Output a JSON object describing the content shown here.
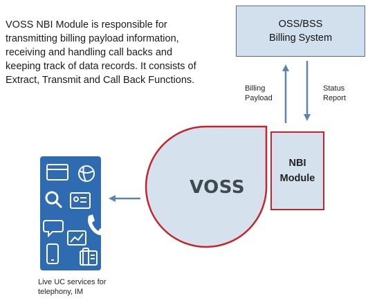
{
  "description": "VOSS NBI Module is responsible for transmitting billing payload information, receiving and handling call backs and keeping track of data records. It consists of Extract, Transmit and Call Back Functions.",
  "oss_box": {
    "line1": "OSS/BSS",
    "line2": "Billing System"
  },
  "flows": {
    "billing": {
      "line1": "Billing",
      "line2": "Payload"
    },
    "status": {
      "line1": "Status",
      "line2": "Report"
    }
  },
  "voss_label": "VOSS",
  "nbi_box": {
    "line1": "NBI",
    "line2": "Module"
  },
  "services_label": {
    "line1": "Live UC services for",
    "line2": "telephony, IM"
  },
  "colors": {
    "voss_fill": "#d5e1ec",
    "voss_outline": "#c8232c",
    "oss_fill": "#d2e0ee",
    "oss_outline": "#4a6f93",
    "arrow": "#5b84b1",
    "tile": "#2f6bb0",
    "tile_icon": "#ffffff"
  },
  "icons": [
    "window-icon",
    "globe-icon",
    "search-icon",
    "contact-card-icon",
    "chat-icon",
    "phone-icon",
    "chart-icon",
    "mobile-phone-icon",
    "desk-phone-icon"
  ]
}
